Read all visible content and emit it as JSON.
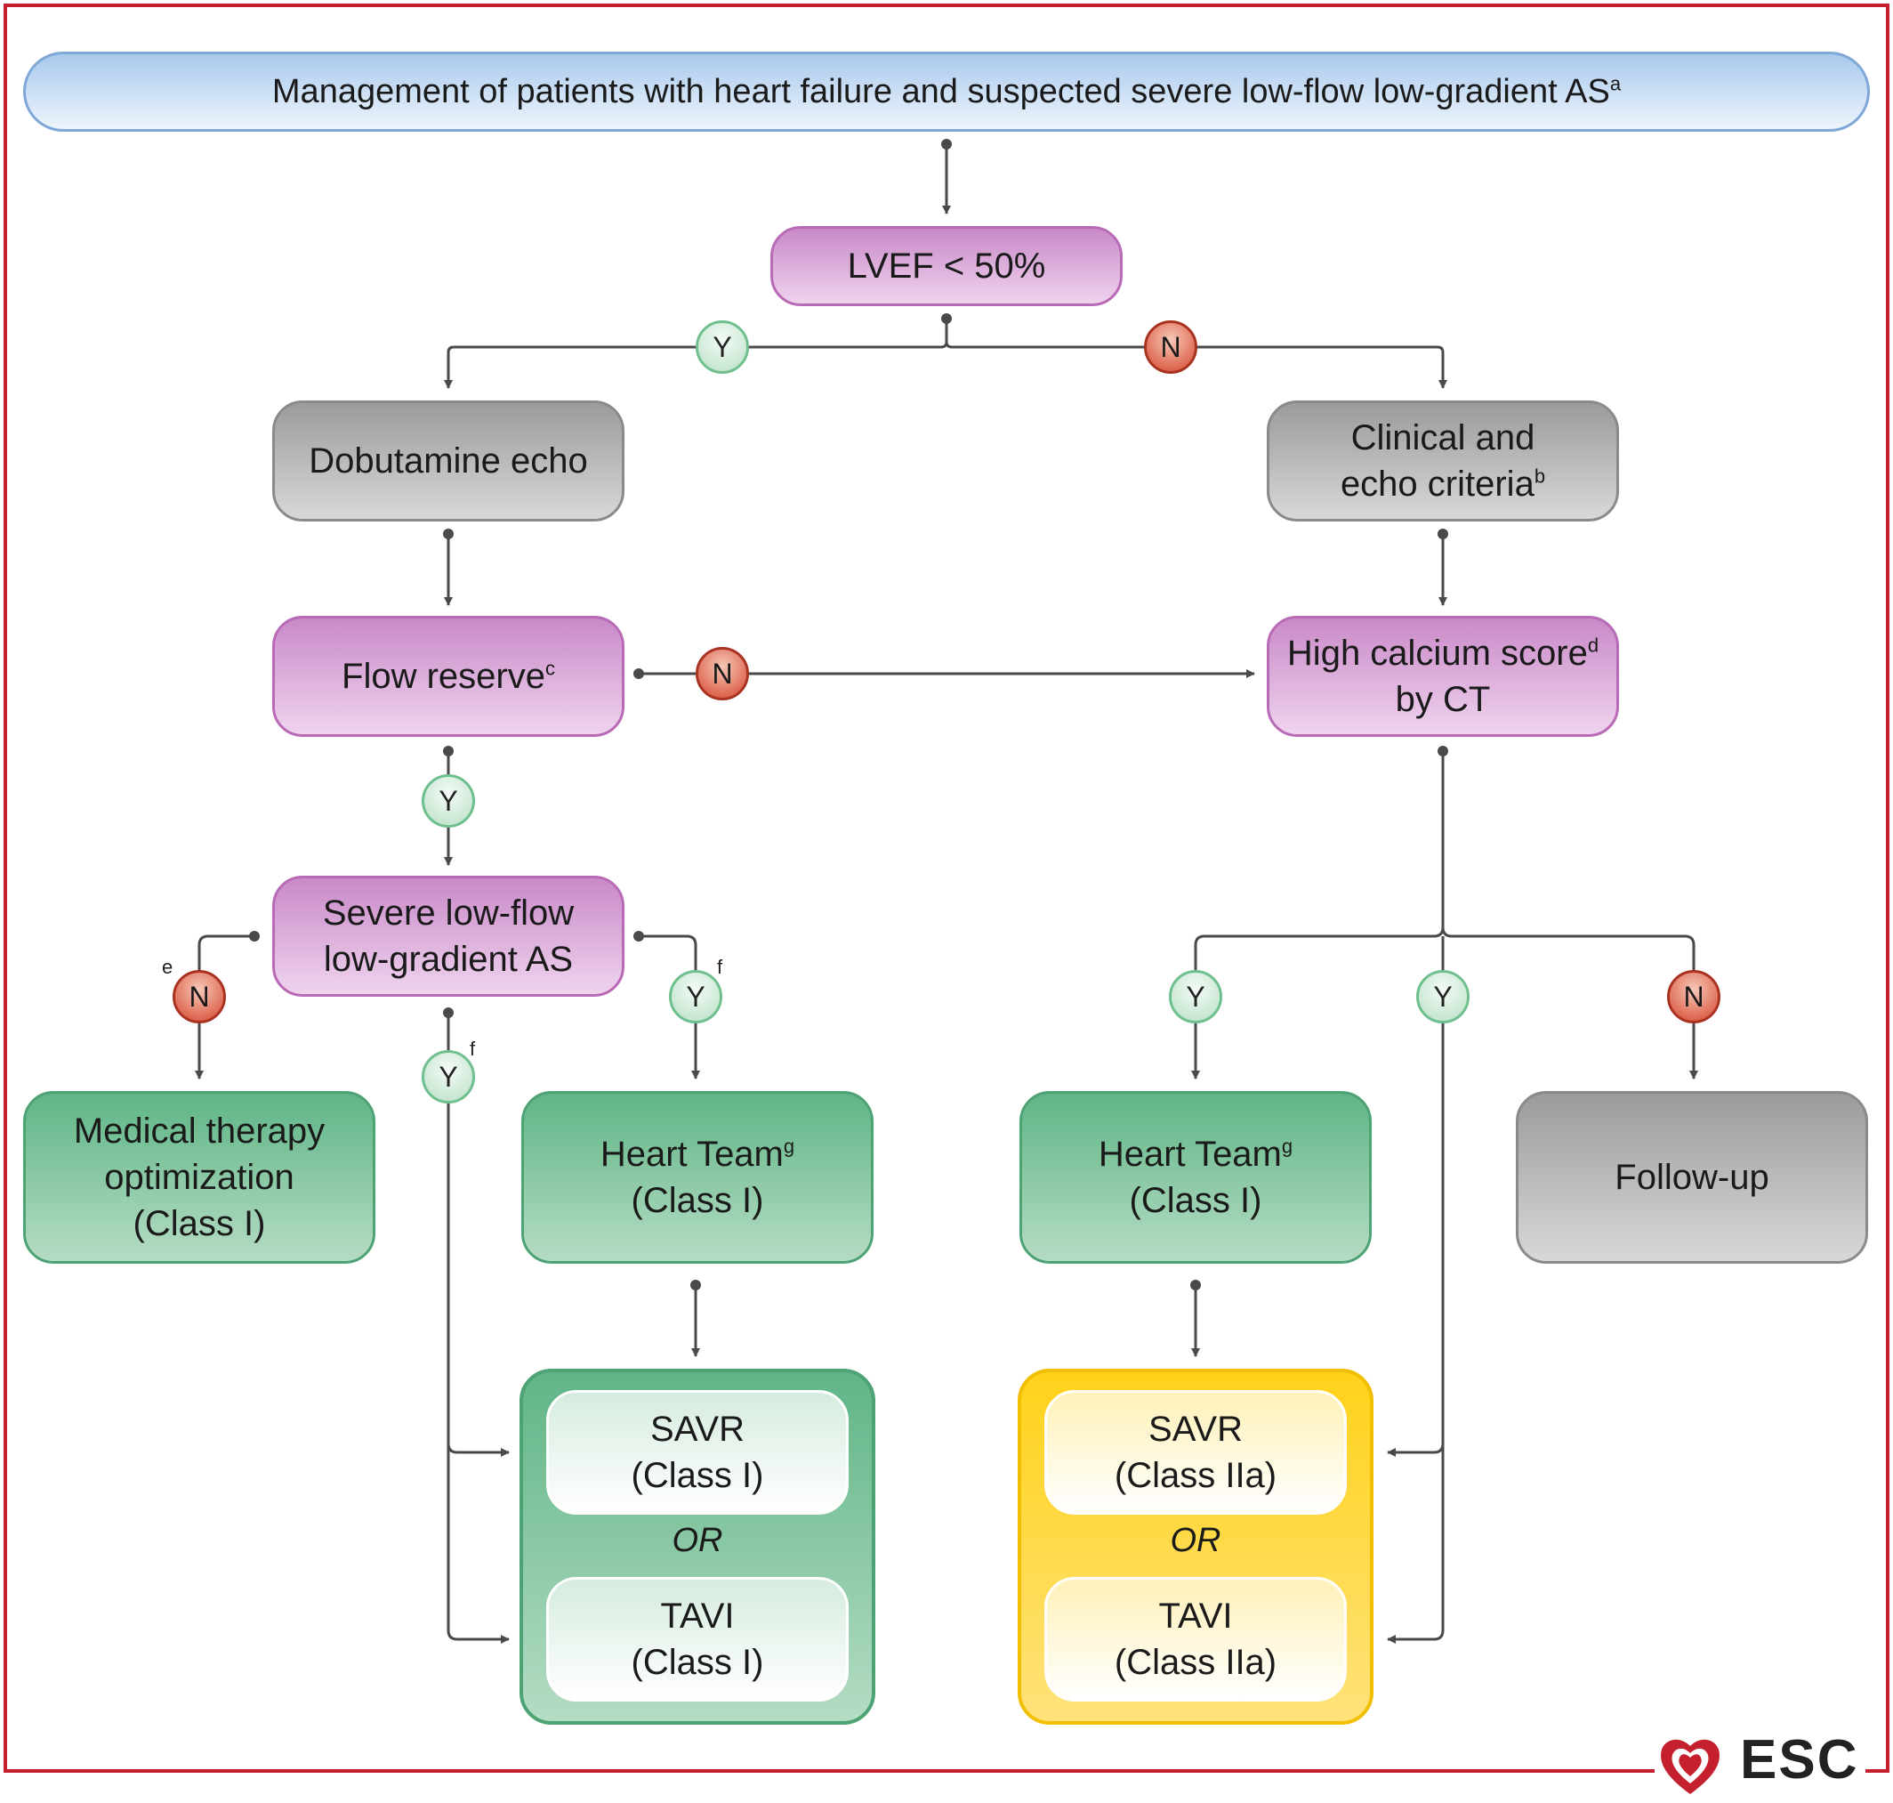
{
  "title": "Management of patients with heart failure and suspected severe low-flow low-gradient AS",
  "title_sup": "a",
  "nodes": {
    "lvef": "LVEF < 50%",
    "dobutamine": "Dobutamine echo",
    "clinical_line1": "Clinical and",
    "clinical_line2": "echo criteria",
    "clinical_sup": "b",
    "flow_reserve": "Flow reserve",
    "flow_reserve_sup": "c",
    "calcium_line1": "High calcium score",
    "calcium_sup": "d",
    "calcium_line2": "by CT",
    "severe_line1": "Severe low-flow",
    "severe_line2": "low-gradient AS",
    "medical_line1": "Medical therapy",
    "medical_line2": "optimization",
    "medical_line3": "(Class I)",
    "heart_team": "Heart Team",
    "heart_team_sup": "g",
    "heart_team_class": "(Class I)",
    "follow_up": "Follow-up",
    "savr": "SAVR",
    "tavi": "TAVI",
    "class_i": "(Class I)",
    "class_iia": "(Class IIa)",
    "or": "OR"
  },
  "badges": {
    "yes": "Y",
    "no": "N"
  },
  "footnote_marks": {
    "e": "e",
    "f": "f"
  },
  "logo": "ESC",
  "colors": {
    "frame": "#c4202e",
    "connector": "#4a4a4a",
    "pink": "#c98ac8",
    "grey": "#9b9b9b",
    "green": "#5fb586",
    "yellow": "#ffd21a"
  }
}
